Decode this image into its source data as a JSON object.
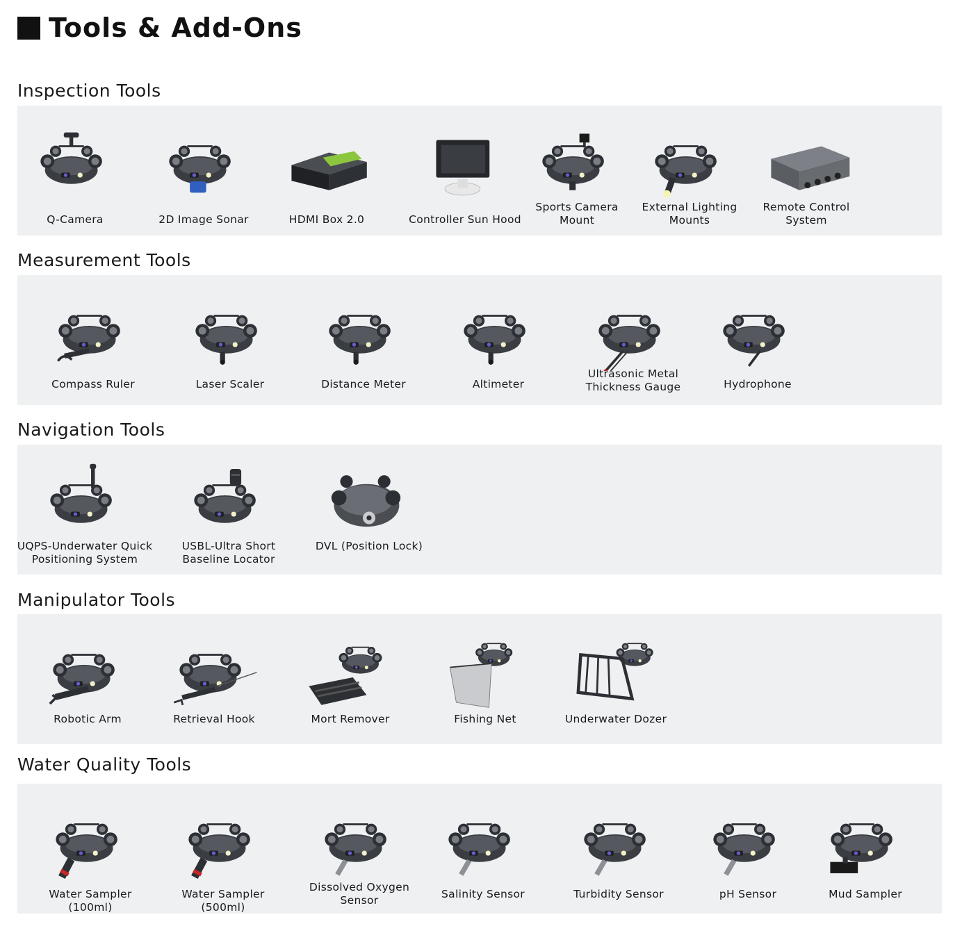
{
  "page": {
    "title": "Tools & Add-Ons"
  },
  "sections": [
    {
      "heading": "Inspection Tools",
      "items": [
        {
          "label": "Q-Camera",
          "icon": "rov-camera-mast-icon"
        },
        {
          "label": "2D Image Sonar",
          "icon": "rov-sonar-icon"
        },
        {
          "label": "HDMI Box 2.0",
          "icon": "hdmi-box-icon"
        },
        {
          "label": "Controller Sun Hood",
          "icon": "sun-hood-icon"
        },
        {
          "label": "Sports Camera\nMount",
          "icon": "rov-camera-mount-icon"
        },
        {
          "label": "External Lighting\nMounts",
          "icon": "rov-light-icon"
        },
        {
          "label": "Remote Control\nSystem",
          "icon": "control-box-icon"
        }
      ]
    },
    {
      "heading": "Measurement Tools",
      "items": [
        {
          "label": "Compass Ruler",
          "icon": "rov-compass-icon"
        },
        {
          "label": "Laser Scaler",
          "icon": "rov-laser-icon"
        },
        {
          "label": "Distance Meter",
          "icon": "rov-distance-icon"
        },
        {
          "label": "Altimeter",
          "icon": "rov-altimeter-icon"
        },
        {
          "label": "Ultrasonic Metal\nThickness Gauge",
          "icon": "rov-thickness-gauge-icon"
        },
        {
          "label": "Hydrophone",
          "icon": "rov-hydrophone-icon"
        }
      ]
    },
    {
      "heading": "Navigation Tools",
      "items": [
        {
          "label": "UQPS-Underwater Quick\nPositioning System",
          "icon": "rov-uqps-icon"
        },
        {
          "label": "USBL-Ultra Short\nBaseline Locator",
          "icon": "rov-usbl-icon"
        },
        {
          "label": "DVL (Position Lock)",
          "icon": "rov-dvl-icon"
        }
      ]
    },
    {
      "heading": "Manipulator Tools",
      "items": [
        {
          "label": "Robotic Arm",
          "icon": "rov-robotic-arm-icon"
        },
        {
          "label": "Retrieval Hook",
          "icon": "rov-hook-icon"
        },
        {
          "label": "Mort Remover",
          "icon": "rov-mort-remover-icon"
        },
        {
          "label": "Fishing Net",
          "icon": "rov-fishing-net-icon"
        },
        {
          "label": "Underwater Dozer",
          "icon": "rov-dozer-icon"
        }
      ]
    },
    {
      "heading": "Water Quality Tools",
      "items": [
        {
          "label": "Water Sampler\n(100ml)",
          "icon": "rov-sampler-icon"
        },
        {
          "label": "Water Sampler\n(500ml)",
          "icon": "rov-sampler-icon"
        },
        {
          "label": "Dissolved Oxygen\nSensor",
          "icon": "rov-sensor-icon"
        },
        {
          "label": "Salinity Sensor",
          "icon": "rov-sensor-icon"
        },
        {
          "label": "Turbidity Sensor",
          "icon": "rov-sensor-icon"
        },
        {
          "label": "pH Sensor",
          "icon": "rov-sensor-icon"
        },
        {
          "label": "Mud Sampler",
          "icon": "rov-mud-sampler-icon"
        }
      ]
    }
  ],
  "colors": {
    "panel": "#eef0f2",
    "rov_body": "#3a3d42",
    "accent_green": "#8cc63f",
    "sonar_blue": "#2f5fbf",
    "red_band": "#c62828"
  }
}
